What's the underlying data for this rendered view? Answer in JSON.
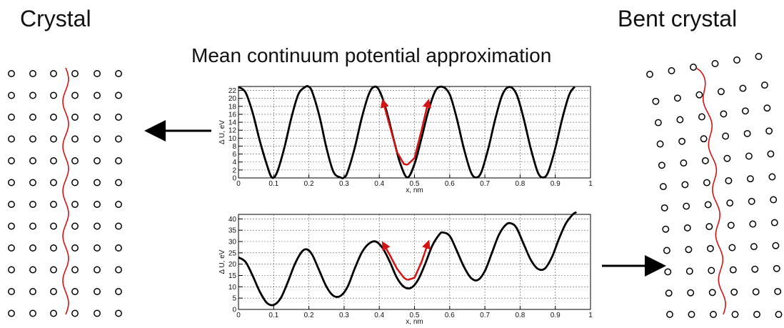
{
  "titles": {
    "left": "Crystal",
    "right": "Bent crystal",
    "center": "Mean continuum potential approximation"
  },
  "colors": {
    "curve": "#000000",
    "trajectory": "#d21414",
    "atom_ring": "#000000",
    "grid": "#555555"
  },
  "chart_data": [
    {
      "type": "line",
      "panel": "straight",
      "xlabel": "x, nm",
      "ylabel": "Δ U, eV",
      "xlim": [
        0,
        1
      ],
      "ylim": [
        0,
        23
      ],
      "xticks": [
        "0",
        "0.1",
        "0.2",
        "0.3",
        "0.4",
        "0.5",
        "0.6",
        "0.7",
        "0.8",
        "0.9",
        "1"
      ],
      "yticks": [
        "0",
        "2",
        "4",
        "6",
        "8",
        "10",
        "12",
        "14",
        "16",
        "18",
        "20",
        "22"
      ],
      "grid": true,
      "series": [
        {
          "x": [
            0,
            0.02,
            0.04,
            0.06,
            0.08,
            0.095,
            0.11,
            0.13,
            0.15,
            0.17,
            0.19,
            0.2,
            0.21,
            0.23,
            0.25,
            0.27,
            0.29,
            0.3,
            0.31,
            0.33,
            0.35,
            0.37,
            0.385,
            0.4,
            0.42,
            0.44,
            0.46,
            0.48,
            0.5,
            0.52,
            0.54,
            0.56,
            0.58,
            0.6,
            0.62,
            0.64,
            0.66,
            0.675,
            0.69,
            0.71,
            0.73,
            0.75,
            0.77,
            0.79,
            0.81,
            0.83,
            0.85,
            0.865,
            0.88,
            0.9,
            0.92,
            0.94,
            0.955
          ],
          "y": [
            22.9,
            21.5,
            16.5,
            9.5,
            3.5,
            0.1,
            1.5,
            7.5,
            15,
            21,
            22.9,
            22.9,
            21.5,
            15.5,
            7.5,
            1.5,
            0.1,
            0.1,
            1.5,
            7.5,
            15,
            21,
            22.9,
            22,
            17,
            10,
            3.5,
            0.1,
            3.5,
            10,
            17,
            22,
            22.9,
            21,
            15,
            7.5,
            1.5,
            0.1,
            1.5,
            7.5,
            15,
            21,
            22.9,
            21,
            15,
            7.5,
            1.5,
            0.1,
            1.5,
            7.5,
            15,
            21,
            22.9
          ]
        }
      ],
      "trajectory": {
        "x": [
          0.41,
          0.43,
          0.45,
          0.47,
          0.48,
          0.5,
          0.52,
          0.54
        ],
        "y": [
          19.5,
          13,
          6.5,
          3.5,
          3.3,
          5,
          12,
          19.5
        ]
      }
    },
    {
      "type": "line",
      "panel": "bent",
      "xlabel": "x, nm",
      "ylabel": "Δ U, eV",
      "xlim": [
        0,
        1
      ],
      "ylim": [
        0,
        42
      ],
      "xticks": [
        "0",
        "0.1",
        "0.2",
        "0.3",
        "0.4",
        "0.5",
        "0.6",
        "0.7",
        "0.8",
        "0.9",
        "1"
      ],
      "yticks": [
        "0",
        "5",
        "10",
        "15",
        "20",
        "25",
        "30",
        "35",
        "40"
      ],
      "grid": true,
      "series": [
        {
          "x": [
            0,
            0.02,
            0.04,
            0.06,
            0.08,
            0.1,
            0.12,
            0.14,
            0.16,
            0.18,
            0.195,
            0.21,
            0.23,
            0.25,
            0.27,
            0.29,
            0.31,
            0.33,
            0.35,
            0.37,
            0.39,
            0.41,
            0.43,
            0.45,
            0.47,
            0.49,
            0.51,
            0.53,
            0.55,
            0.57,
            0.58,
            0.6,
            0.62,
            0.64,
            0.66,
            0.68,
            0.7,
            0.72,
            0.74,
            0.76,
            0.775,
            0.79,
            0.81,
            0.83,
            0.85,
            0.87,
            0.89,
            0.91,
            0.93,
            0.95,
            0.96
          ],
          "y": [
            23,
            21,
            15,
            8,
            3,
            2,
            5,
            12,
            20,
            25.5,
            26.5,
            24,
            17,
            10,
            6,
            6,
            10,
            18,
            25,
            29,
            30,
            27,
            21,
            14,
            10,
            9.5,
            13,
            20,
            28,
            33,
            34,
            32.5,
            26,
            19,
            14,
            13,
            17,
            25,
            33,
            37.5,
            38,
            36,
            29,
            22,
            18,
            18,
            23,
            31,
            38,
            42,
            43
          ]
        }
      ],
      "trajectory": {
        "x": [
          0.41,
          0.43,
          0.45,
          0.47,
          0.48,
          0.5,
          0.52,
          0.54
        ],
        "y": [
          29.5,
          24,
          18,
          14,
          13,
          14,
          21,
          30
        ]
      }
    }
  ]
}
